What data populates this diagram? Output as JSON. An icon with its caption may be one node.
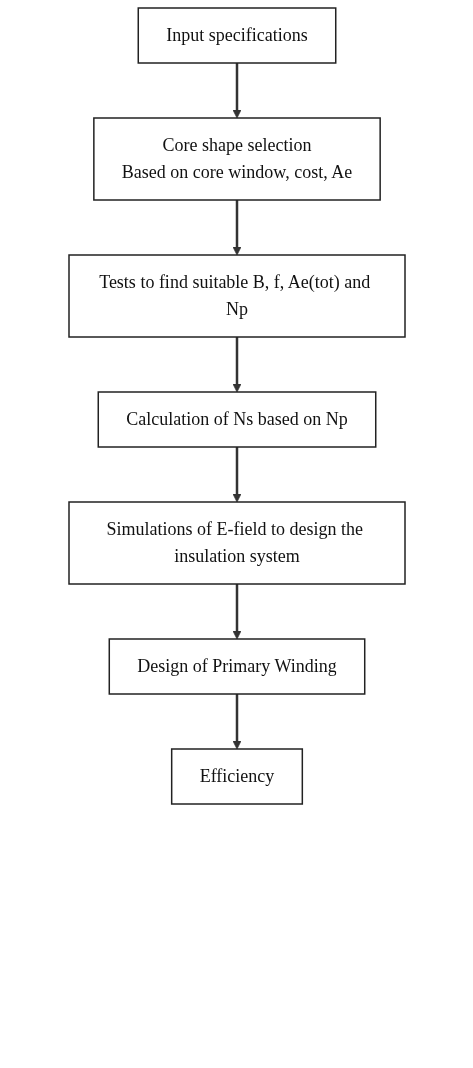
{
  "diagram": {
    "nodes": [
      {
        "text": [
          "Input specifications"
        ]
      },
      {
        "text": [
          "Core shape selection",
          "Based on core window, cost, Ae"
        ]
      },
      {
        "text": [
          "Tests to find suitable B, f, Ae(tot) and Np"
        ]
      },
      {
        "text": [
          "Calculation of Ns based on Np"
        ]
      },
      {
        "text": [
          "Simulations of E-field to design the insulation system"
        ]
      },
      {
        "text": [
          "Design of Primary Winding"
        ]
      },
      {
        "text": [
          "Efficiency"
        ]
      }
    ],
    "edges": [
      {
        "from": 0,
        "to": 1,
        "arrow": "to"
      },
      {
        "from": 1,
        "to": 2,
        "arrow": "to"
      },
      {
        "from": 2,
        "to": 3,
        "arrow": "to"
      },
      {
        "from": 3,
        "to": 4,
        "arrow": "to"
      },
      {
        "from": 4,
        "to": 5,
        "arrow": "to"
      },
      {
        "from": 5,
        "to": 6,
        "arrow": "to"
      }
    ]
  }
}
